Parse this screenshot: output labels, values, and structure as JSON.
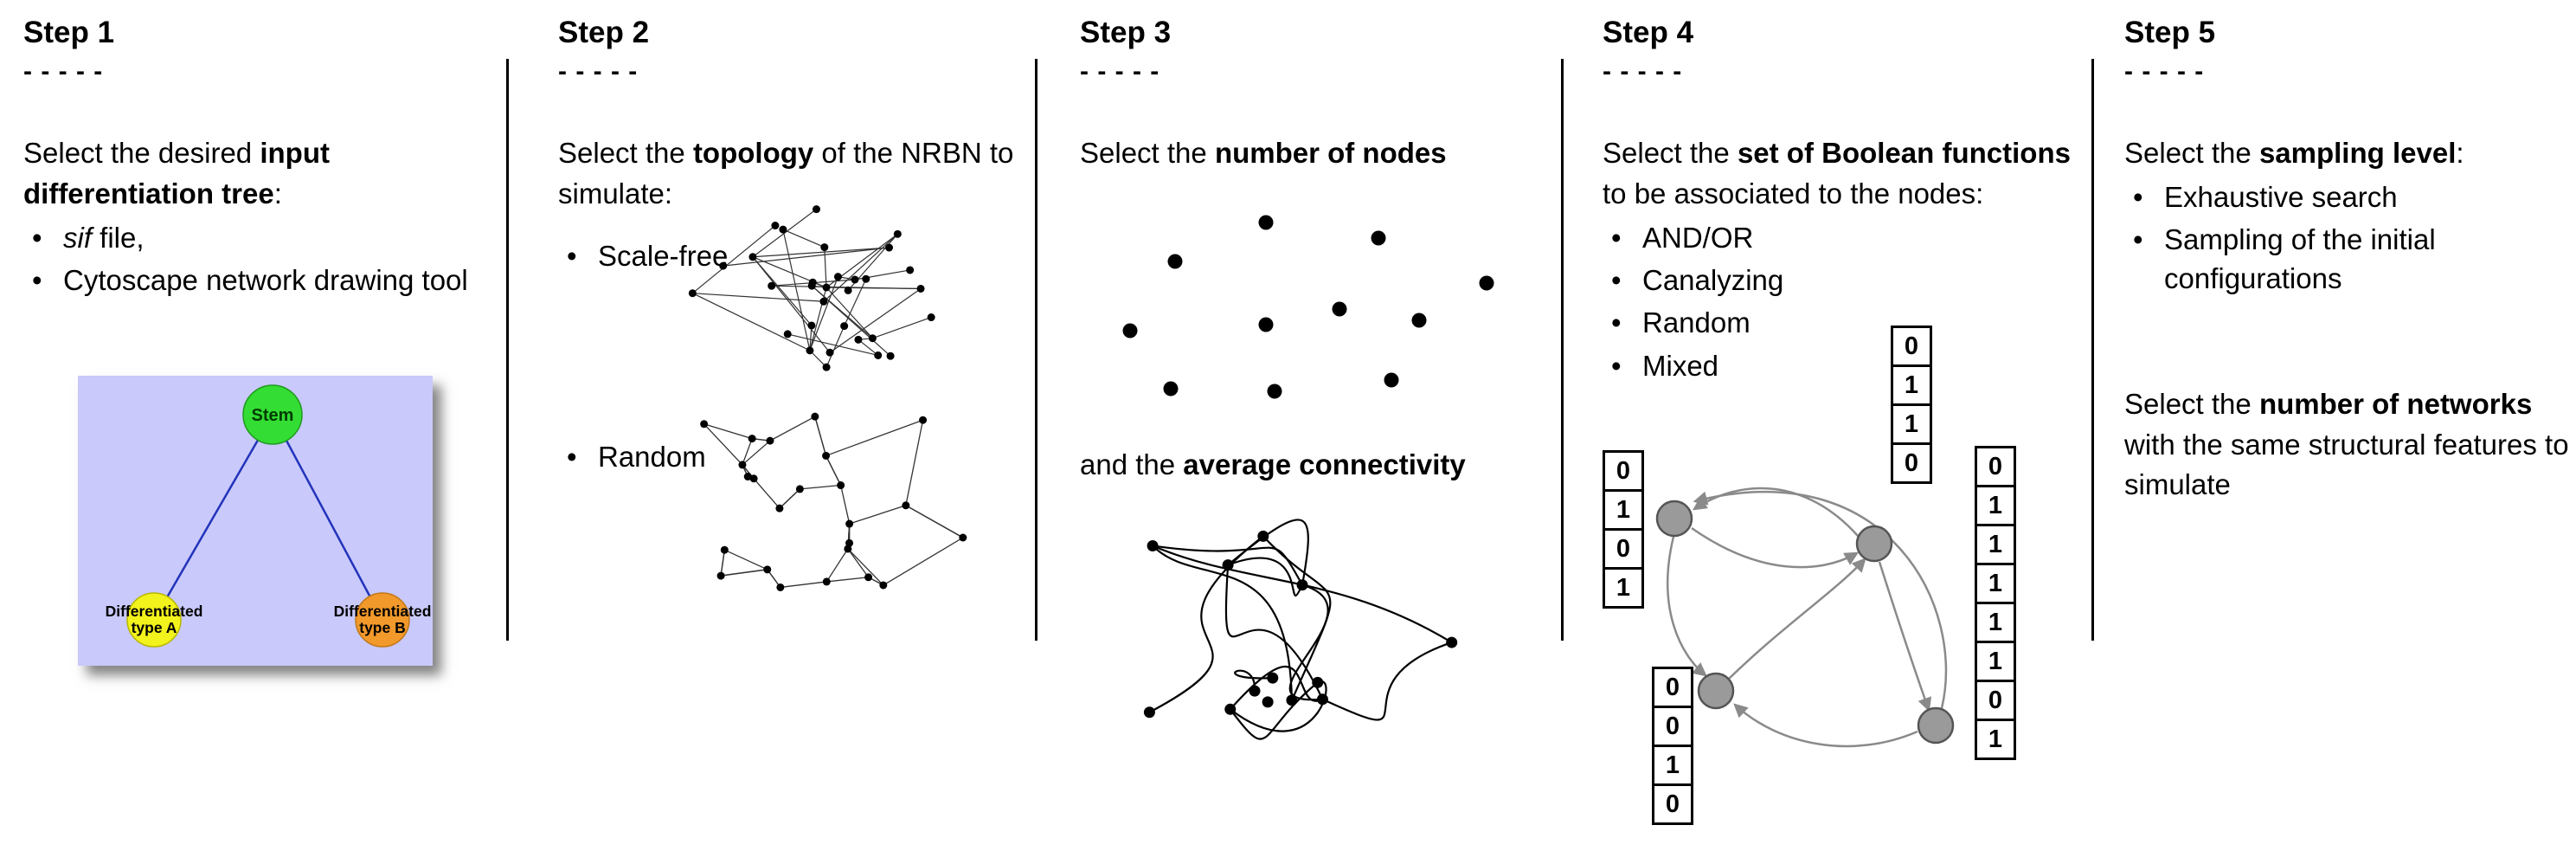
{
  "bullet_char": "•",
  "steps": {
    "step1": {
      "title": "Step 1",
      "dashes": "- - - - -",
      "intro_pre": "Select the desired ",
      "intro_bold": "input differentiation tree",
      "intro_post": ":",
      "bullet1_italic": "sif",
      "bullet1_rest": " file,",
      "bullet2": "Cytoscape network drawing tool",
      "tree": {
        "background": "#c9c9fb",
        "edge_color": "#2233bb",
        "stem_label": "Stem",
        "stem_color": "#33dd33",
        "typeA_line1": "Differentiated",
        "typeA_line2": "type A",
        "typeA_color": "#f2f21c",
        "typeB_line1": "Differentiated",
        "typeB_line2": "type B",
        "typeB_color": "#f2992b"
      }
    },
    "step2": {
      "title": "Step 2",
      "dashes": "- - - - -",
      "intro_pre": "Select the ",
      "intro_bold": "topology",
      "intro_post": " of the NRBN to simulate:",
      "bullet1": "Scale-free",
      "bullet2": "Random"
    },
    "step3": {
      "title": "Step 3",
      "dashes": "- - - - -",
      "intro_pre": "Select the ",
      "intro_bold": "number of nodes",
      "second_pre": "and the ",
      "second_bold": "average connectivity"
    },
    "step4": {
      "title": "Step 4",
      "dashes": "- - - - -",
      "intro_pre": "Select the ",
      "intro_bold": "set of Boolean functions",
      "intro_post": " to be associated to the nodes:",
      "bullets": [
        "AND/OR",
        "Canalyzing",
        "Random",
        "Mixed"
      ],
      "node_color": "#9a9a9a",
      "truth_tables": {
        "left": [
          "0",
          "1",
          "0",
          "1"
        ],
        "top": [
          "0",
          "1",
          "1",
          "0"
        ],
        "bottom_left": [
          "0",
          "0",
          "1",
          "0"
        ],
        "right": [
          "0",
          "1",
          "1",
          "1",
          "1",
          "1",
          "0",
          "1"
        ]
      }
    },
    "step5": {
      "title": "Step 5",
      "dashes": "- - - - -",
      "intro_pre": "Select the ",
      "intro_bold": "sampling level",
      "intro_post": ":",
      "bullet1": "Exhaustive search",
      "bullet2": "Sampling of the initial configurations",
      "second_pre": "Select the ",
      "second_bold": "number of networks",
      "second_post": " with the same structural features to simulate"
    }
  }
}
